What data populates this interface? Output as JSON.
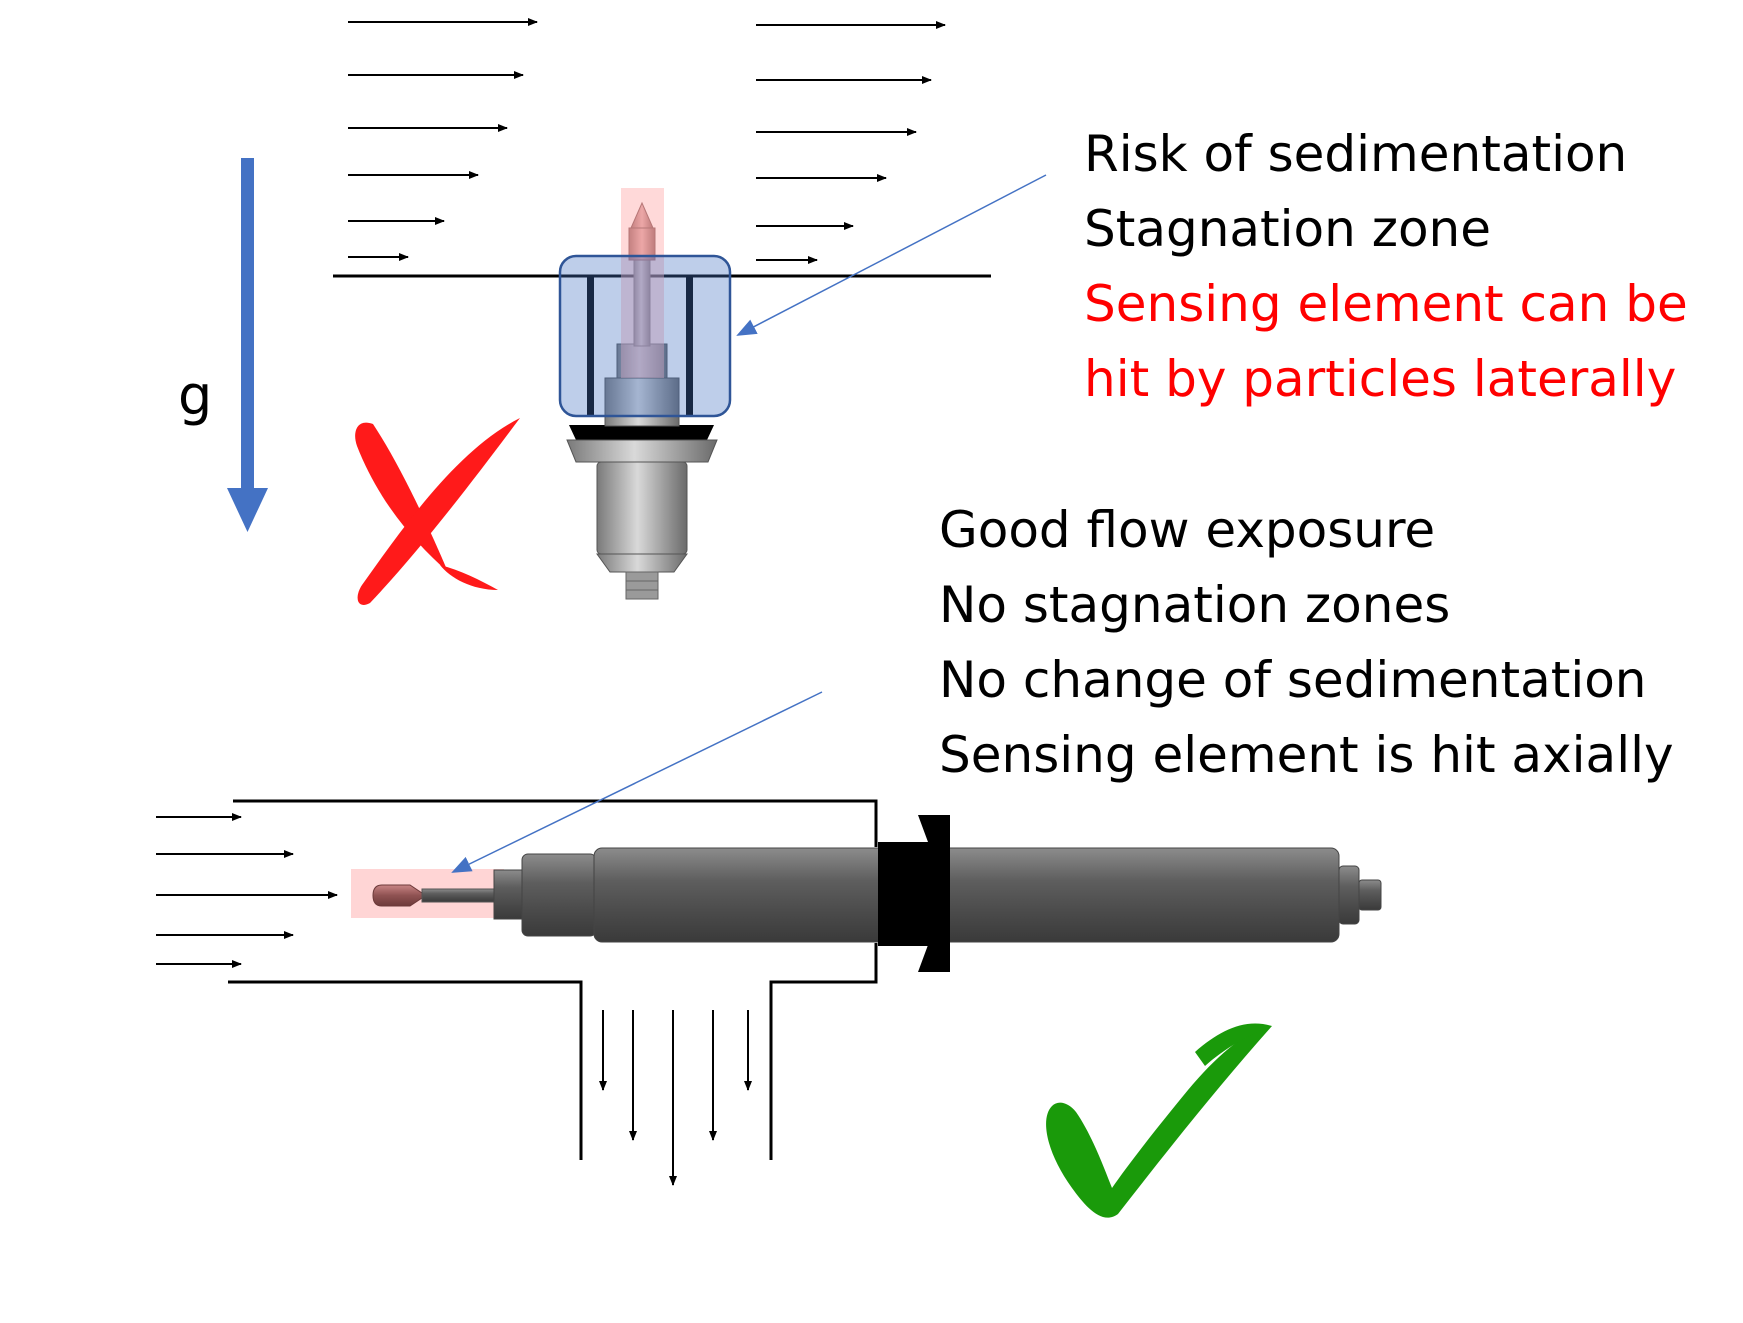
{
  "gravity_label": "g",
  "unsuitable_installation": {
    "verdict_icon": "red-cross-icon",
    "notes": [
      "Risk of sedimentation",
      "Stagnation zone"
    ],
    "warning": [
      "Sensing element can be",
      "hit by particles laterally"
    ]
  },
  "suitable_installation": {
    "verdict_icon": "green-check-icon",
    "notes": [
      "Good flow exposure",
      "No stagnation zones",
      "No change of sedimentation",
      "Sensing element is hit axially"
    ]
  },
  "colors": {
    "gravity_arrow": "#4472c4",
    "highlight_box": "#4472c4",
    "sensing_highlight": "#ffb3b3",
    "warning_text": "#ff0000",
    "cross_mark": "#ff1a1a",
    "check_mark": "#1a9a0a",
    "sensor_body": "#6e6e6e"
  }
}
